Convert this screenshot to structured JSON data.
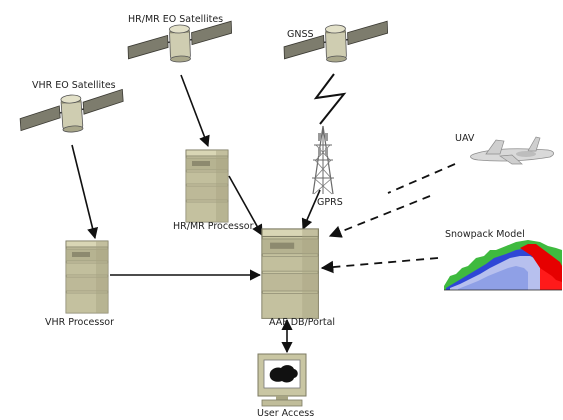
{
  "labels": {
    "hrmr_satellites": "HR/MR EO Satellites",
    "gnss": "GNSS",
    "vhr_satellites": "VHR EO Satellites",
    "uav": "UAV",
    "gprs": "GPRS",
    "hrmr_processor": "HR/MR Processor",
    "snowpack_model": "Snowpack Model",
    "vhr_processor": "VHR Processor",
    "aaf_portal": "AAF DB/Portal",
    "user_access": "User Access"
  },
  "icons": {
    "satellite": "satellite-icon",
    "server": "server-icon",
    "antenna_tower": "antenna-tower-icon",
    "uav_aircraft": "uav-aircraft-icon",
    "computer": "computer-icon",
    "wireless_link": "lightning-link-icon"
  },
  "colors": {
    "server_body": "#c9c6a3",
    "server_shade": "#a8a583",
    "satellite_panel": "#7d7c6d",
    "line": "#111111",
    "snow_red": "#e60000",
    "snow_green": "#2ab32a",
    "snow_blue": "#2f47d6",
    "snow_light": "#b7c0ee"
  }
}
